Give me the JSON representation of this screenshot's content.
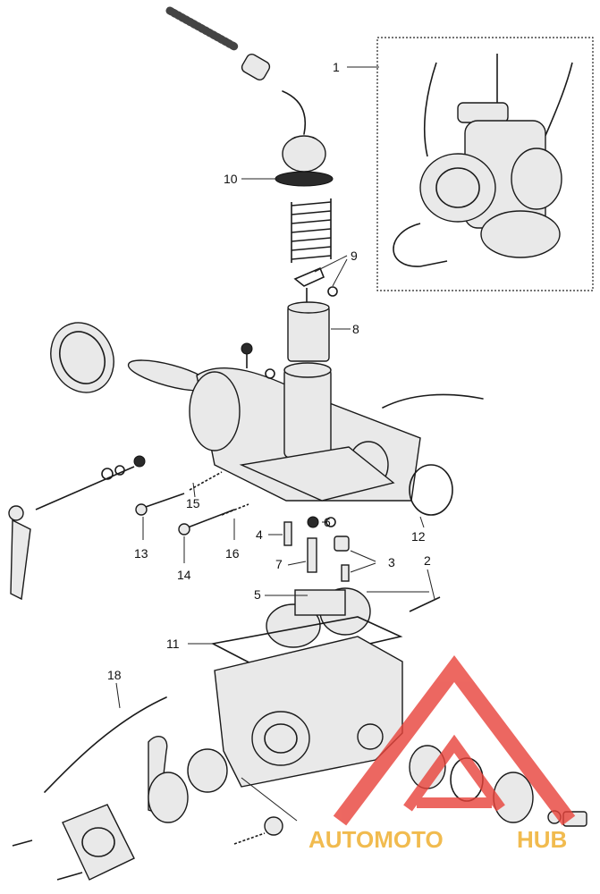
{
  "diagram": {
    "callouts": [
      {
        "id": "c1",
        "text": "1"
      },
      {
        "id": "c2",
        "text": "2"
      },
      {
        "id": "c3",
        "text": "3"
      },
      {
        "id": "c4",
        "text": "4"
      },
      {
        "id": "c5",
        "text": "5"
      },
      {
        "id": "c6",
        "text": "6"
      },
      {
        "id": "c7",
        "text": "7"
      },
      {
        "id": "c8",
        "text": "8"
      },
      {
        "id": "c9",
        "text": "9"
      },
      {
        "id": "c10",
        "text": "10"
      },
      {
        "id": "c11",
        "text": "11"
      },
      {
        "id": "c12",
        "text": "12"
      },
      {
        "id": "c13",
        "text": "13"
      },
      {
        "id": "c14",
        "text": "14"
      },
      {
        "id": "c15",
        "text": "15"
      },
      {
        "id": "c16",
        "text": "16"
      },
      {
        "id": "c18",
        "text": "18"
      }
    ]
  },
  "watermark": {
    "brand_part1": "AUTOMOTO",
    "brand_part2": "HUB",
    "color_red": "#e8423a",
    "color_gold": "#f0b43c"
  }
}
